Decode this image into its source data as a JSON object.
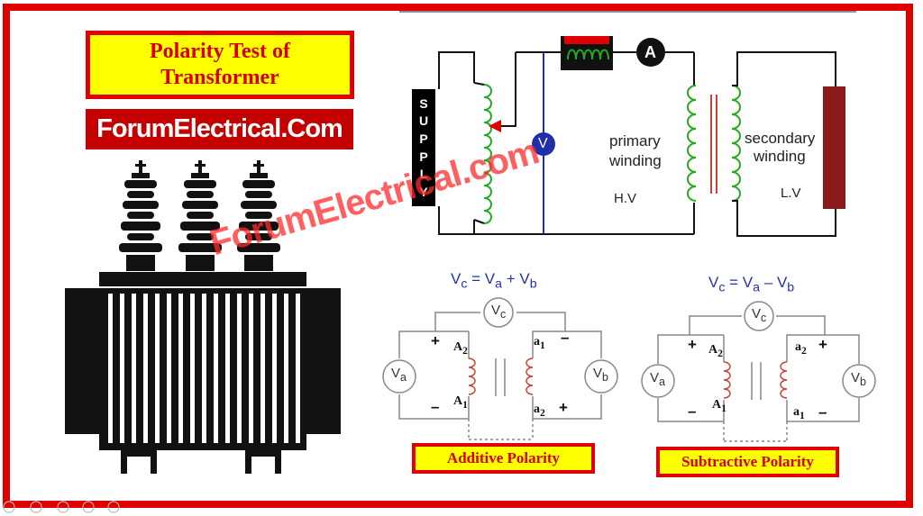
{
  "title": {
    "line1": "Polarity Test of",
    "line2": "Transformer"
  },
  "brand": "ForumElectrical.Com",
  "watermark": "ForumElectrical.com",
  "circuit": {
    "supply_letters": [
      "S",
      "U",
      "P",
      "P",
      "L",
      "Y"
    ],
    "ammeter": "A",
    "voltmeter": "V",
    "primary": {
      "line1": "primary",
      "line2": "winding",
      "side": "H.V"
    },
    "secondary": {
      "line1": "secondary",
      "line2": "winding",
      "side": "L.V"
    }
  },
  "additive": {
    "formula": {
      "lhs": "V",
      "lhs_sub": "c",
      "op1": "= V",
      "sub_a": "a",
      "op2": " + V",
      "sub_b": "b"
    },
    "meters": {
      "vc": "V",
      "vc_sub": "c",
      "va": "V",
      "va_sub": "a",
      "vb": "V",
      "vb_sub": "b"
    },
    "terminals": {
      "A2": "A",
      "A2_sub": "2",
      "A1": "A",
      "A1_sub": "1",
      "a1": "a",
      "a1_sub": "1",
      "a2": "a",
      "a2_sub": "2"
    },
    "signs": {
      "tl": "+",
      "bl": "–",
      "tr": "–",
      "br": "+"
    },
    "label": "Additive Polarity"
  },
  "subtractive": {
    "formula": {
      "lhs": "V",
      "lhs_sub": "c",
      "op1": "= V",
      "sub_a": "a",
      "op2": " – V",
      "sub_b": "b"
    },
    "meters": {
      "vc": "V",
      "vc_sub": "c",
      "va": "V",
      "va_sub": "a",
      "vb": "V",
      "vb_sub": "b"
    },
    "terminals": {
      "A2": "A",
      "A2_sub": "2",
      "A1": "A",
      "A1_sub": "1",
      "a2": "a",
      "a2_sub": "2",
      "a1": "a",
      "a1_sub": "1"
    },
    "signs": {
      "tl": "+",
      "bl": "–",
      "tr": "+",
      "br": "–"
    },
    "label": "Subtractive Polarity"
  },
  "colors": {
    "frame": "#e00000",
    "title_bg": "#ffff00",
    "coil": "#22aa22",
    "coil_red": "#cc4433",
    "blue_wire": "#1f2fa8",
    "resistor": "#8b1a1a"
  }
}
